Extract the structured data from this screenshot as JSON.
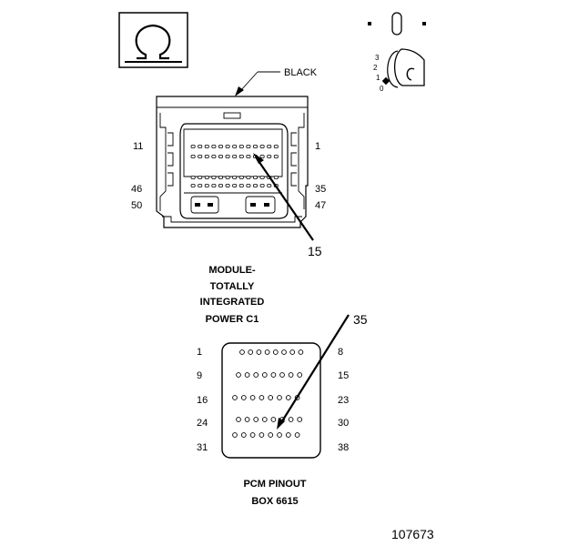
{
  "symbol": {
    "icon": "omega-icon",
    "glyph": "Ω"
  },
  "ignition": {
    "icon": "ignition-key-icon",
    "positions": [
      "3",
      "2",
      "1",
      "0"
    ]
  },
  "connector_c1": {
    "wire_color_label": "BLACK",
    "pin_labels": {
      "top_left": "11",
      "top_right": "1",
      "mid_left": "46",
      "mid_right": "35",
      "bottom_left": "50",
      "bottom_right": "47"
    },
    "callout": "15",
    "caption_lines": [
      "MODULE-",
      "TOTALLY",
      "INTEGRATED",
      "POWER C1"
    ]
  },
  "pcm_box": {
    "callout": "35",
    "row_labels": [
      {
        "left": "1",
        "right": "8"
      },
      {
        "left": "9",
        "right": "15"
      },
      {
        "left": "16",
        "right": "23"
      },
      {
        "left": "24",
        "right": "30"
      },
      {
        "left": "31",
        "right": "38"
      }
    ],
    "caption_lines": [
      "PCM PINOUT",
      "BOX 6615"
    ]
  },
  "figure_number": "107673"
}
